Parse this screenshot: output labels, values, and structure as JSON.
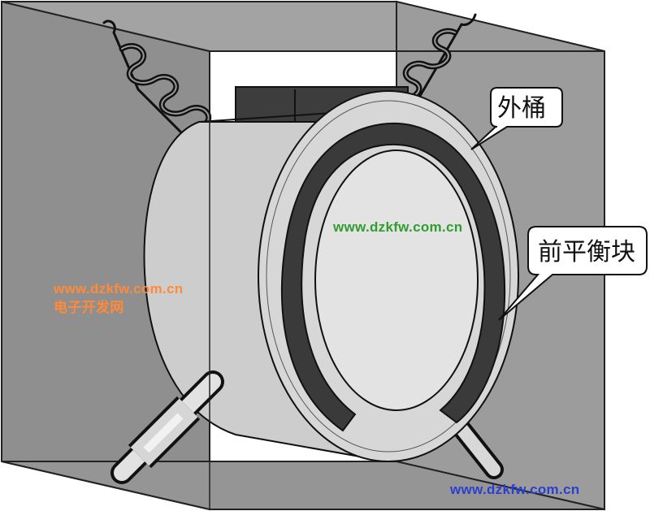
{
  "labels": {
    "outer_tub": "外桶",
    "front_counterweight": "前平衡块"
  },
  "watermarks": {
    "center": "www.dzkfw.com.cn",
    "left_url": "www.dzkfw.com.cn",
    "left_name": "电子开发网",
    "bottom_right": "www.dzkfw.com.cn"
  },
  "colors": {
    "cabinet": "#9a9a9a",
    "tub": "#cfcfcf",
    "counterweight": "#3a3a3a",
    "watermark_green": "#2f9e2f",
    "watermark_orange": "#ff8a3a",
    "watermark_blue": "#2b3fd1"
  }
}
